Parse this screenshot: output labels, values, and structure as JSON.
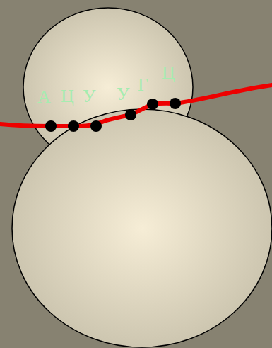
{
  "diagram": {
    "labels": [
      "А",
      "Ц",
      "У",
      "У",
      "Г",
      "Ц"
    ]
  }
}
